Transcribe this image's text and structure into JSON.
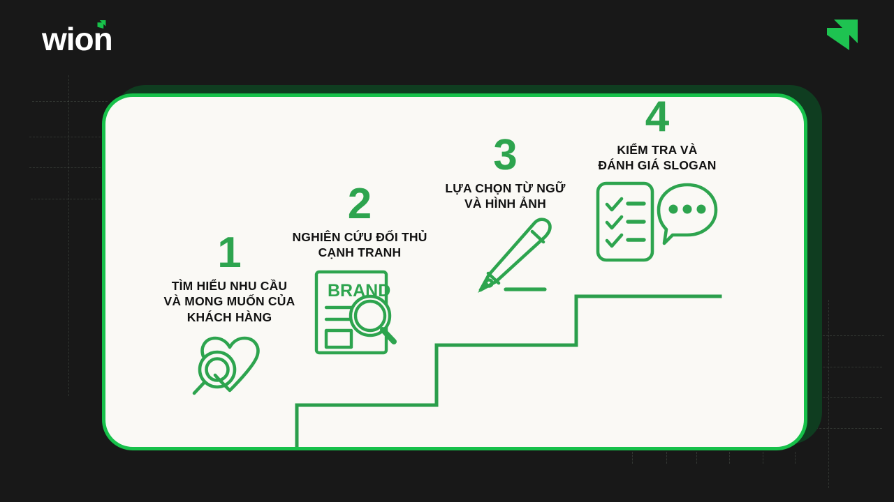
{
  "page": {
    "background_color": "#181818",
    "card_background": "#faf9f5",
    "accent_green": "#17c14a",
    "icon_green": "#2da44e",
    "text_color": "#111111"
  },
  "logo": {
    "wordmark": "wion",
    "accent_icon": "arrow-up-right-icon",
    "brandmark_icon": "arrow-up-right-icon"
  },
  "steps": [
    {
      "number": "1",
      "label": "TÌM HIỂU NHU CẦU\nVÀ MONG MUỐN CỦA\nKHÁCH HÀNG",
      "icon": "heart-magnifier-icon"
    },
    {
      "number": "2",
      "label": "NGHIÊN CỨU ĐỐI THỦ\nCẠNH TRANH",
      "icon": "brand-document-magnifier-icon",
      "icon_text": "BRAND"
    },
    {
      "number": "3",
      "label": "LỰA CHỌN TỪ NGỮ\nVÀ HÌNH ẢNH",
      "icon": "fountain-pen-icon"
    },
    {
      "number": "4",
      "label": "KIỂM TRA VÀ\nĐÁNH GIÁ SLOGAN",
      "icon": "checklist-speech-bubble-icon"
    }
  ]
}
